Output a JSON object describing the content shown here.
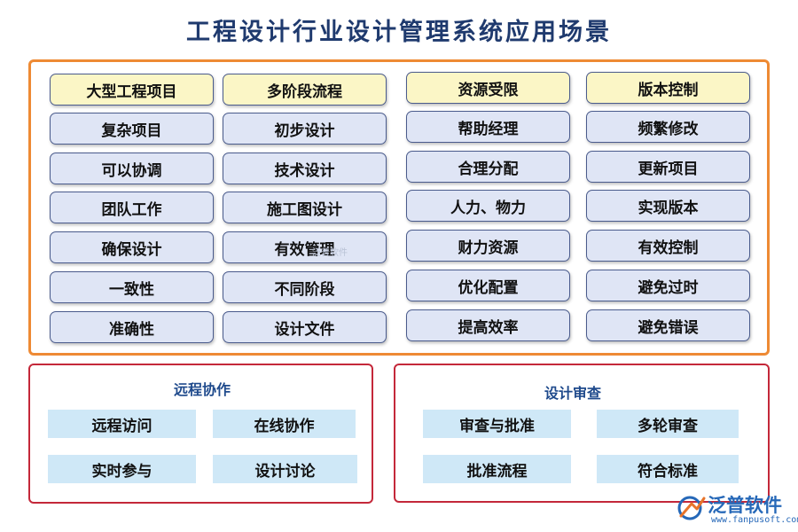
{
  "title": "工程设计行业设计管理系统应用场景",
  "top_section": {
    "columns": [
      {
        "header": "大型工程项目",
        "items": [
          "复杂项目",
          "可以协调",
          "团队工作",
          "确保设计",
          "一致性",
          "准确性"
        ]
      },
      {
        "header": "多阶段流程",
        "items": [
          "初步设计",
          "技术设计",
          "施工图设计",
          "有效管理",
          "不同阶段",
          "设计文件"
        ]
      },
      {
        "header": "资源受限",
        "items": [
          "帮助经理",
          "合理分配",
          "人力、物力",
          "财力资源",
          "优化配置",
          "提高效率"
        ]
      },
      {
        "header": "版本控制",
        "items": [
          "频繁修改",
          "更新项目",
          "实现版本",
          "有效控制",
          "避免过时",
          "避免错误"
        ]
      }
    ]
  },
  "remote_collab": {
    "title": "远程协作",
    "items": [
      "远程访问",
      "在线协作",
      "实时参与",
      "设计讨论"
    ]
  },
  "design_review": {
    "title": "设计审查",
    "items": [
      "审查与批准",
      "多轮审查",
      "批准流程",
      "符合标准"
    ]
  },
  "watermark": "泛普软件",
  "logo": {
    "name": "泛普软件",
    "url": "www.fanpusoft.com"
  },
  "colors": {
    "title": "#1f3a6e",
    "top_border": "#ee8a34",
    "bottom_border": "#c4283a",
    "header_fill": "#fbf6c6",
    "item_fill": "#dfe5f5",
    "chip_fill": "#cfe8f7"
  }
}
